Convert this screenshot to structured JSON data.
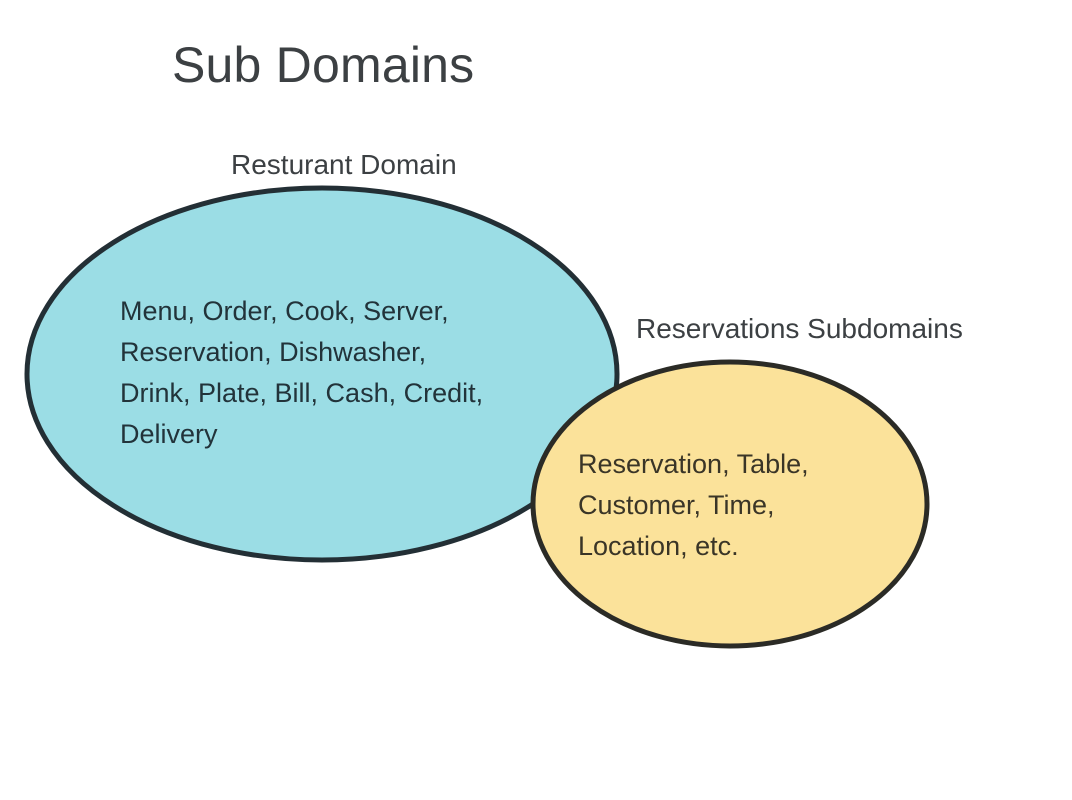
{
  "page": {
    "title": "Sub Domains",
    "background_color": "#ffffff"
  },
  "diagram": {
    "type": "venn-overlap",
    "title_color": "#3c4043",
    "sets": [
      {
        "id": "restaurant-domain",
        "label": "Resturant Domain",
        "label_color": "#3c4043",
        "fill_color": "#9bdde5",
        "stroke_color": "#232f35",
        "text_color": "#22333a",
        "items": [
          "Menu",
          "Order",
          "Cook",
          "Server",
          "Reservation",
          "Dishwasher",
          "Drink",
          "Plate",
          "Bill",
          "Cash",
          "Credit",
          "Delivery"
        ],
        "body_text": "Menu, Order, Cook, Server,\nReservation, Dishwasher,\nDrink, Plate, Bill, Cash, Credit,\nDelivery"
      },
      {
        "id": "reservations-subdomains",
        "label": "Reservations Subdomains",
        "label_color": "#3c4043",
        "fill_color": "#fbe29a",
        "stroke_color": "#2b2b26",
        "text_color": "#3a3527",
        "items": [
          "Reservation",
          "Table",
          "Customer",
          "Time",
          "Location",
          "etc."
        ],
        "body_text": "Reservation, Table,\nCustomer, Time,\nLocation, etc."
      }
    ]
  }
}
